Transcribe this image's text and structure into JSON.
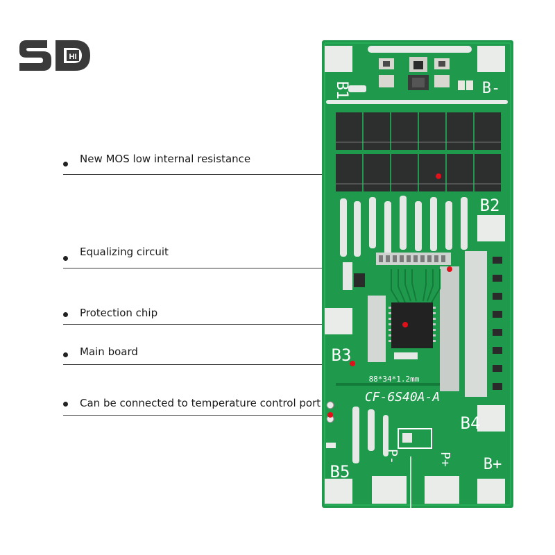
{
  "logo": {
    "mark": "SD",
    "badge": "HI"
  },
  "callouts": [
    {
      "text": "New MOS low internal resistance"
    },
    {
      "text": "Equalizing circuit"
    },
    {
      "text": "Protection chip"
    },
    {
      "text": "Main board"
    },
    {
      "text": "Can be connected to temperature control port"
    }
  ],
  "board": {
    "model": "CF-6S40A-A",
    "dimensions": "88*34*1.2mm",
    "pads": [
      "B1",
      "B-",
      "B2",
      "B3",
      "B4",
      "B5",
      "P-",
      "P+",
      "B+"
    ],
    "colors": {
      "pcb": "#1f9a4c",
      "pad": "#e9ece9",
      "silk": "#ffffff",
      "marker": "#e0101a"
    }
  }
}
